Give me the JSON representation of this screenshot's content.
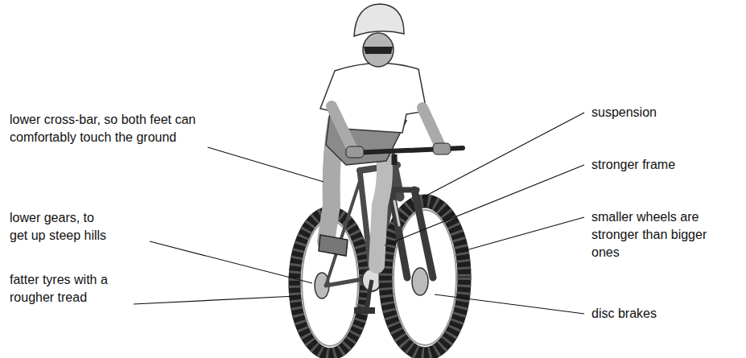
{
  "diagram": {
    "labels": [
      "lower cross-bar, so both feet can comfortably touch the ground",
      "lower gears, to get up steep hills",
      "fatter tyres with a rougher tread",
      "suspension",
      "stronger frame",
      "smaller wheels are stronger than bigger ones",
      "disc brakes"
    ]
  }
}
